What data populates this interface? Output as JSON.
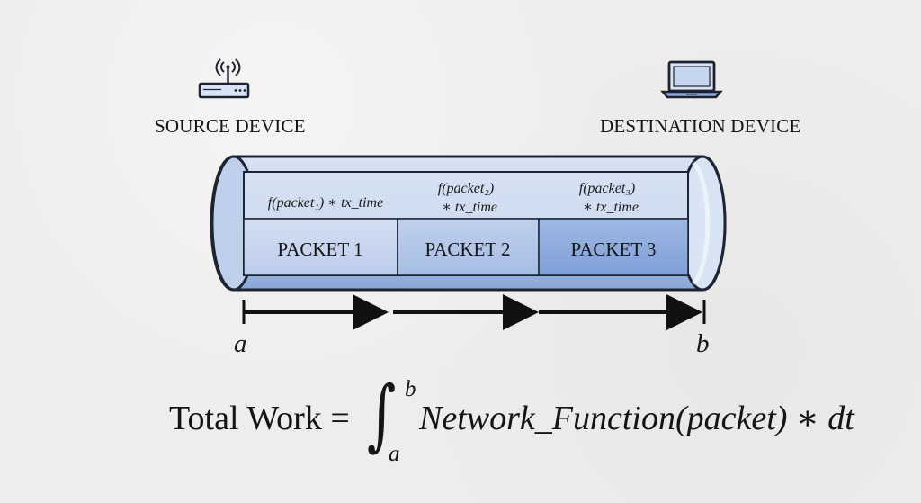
{
  "devices": {
    "source": {
      "label": "SOURCE DEVICE",
      "icon": "router-icon"
    },
    "destination": {
      "label": "DESTINATION DEVICE",
      "icon": "laptop-icon"
    }
  },
  "pipeline": {
    "packets": [
      {
        "label": "PACKET 1",
        "formula": "f(packet₁) ∗ tx_time"
      },
      {
        "label": "PACKET 2",
        "formula_line1": "f(packet₂)",
        "formula_line2": "∗ tx_time"
      },
      {
        "label": "PACKET 3",
        "formula_line1": "f(packet₃)",
        "formula_line2": "∗ tx_time"
      }
    ],
    "colors": {
      "tube_light": "#d8e3f3",
      "tube_mid": "#b8cae8",
      "tube_dark": "#8aa7d8",
      "packet_1": "#c7d6ef",
      "packet_2": "#aec2e6",
      "packet_3": "#8ea9dc",
      "outline": "#1d2433"
    }
  },
  "axis": {
    "start": "a",
    "end": "b"
  },
  "formula": {
    "prefix": "Total Work =",
    "integral_symbol": "∫",
    "upper": "b",
    "lower": "a",
    "integrand": "Network_Function(packet) ∗ dt"
  }
}
